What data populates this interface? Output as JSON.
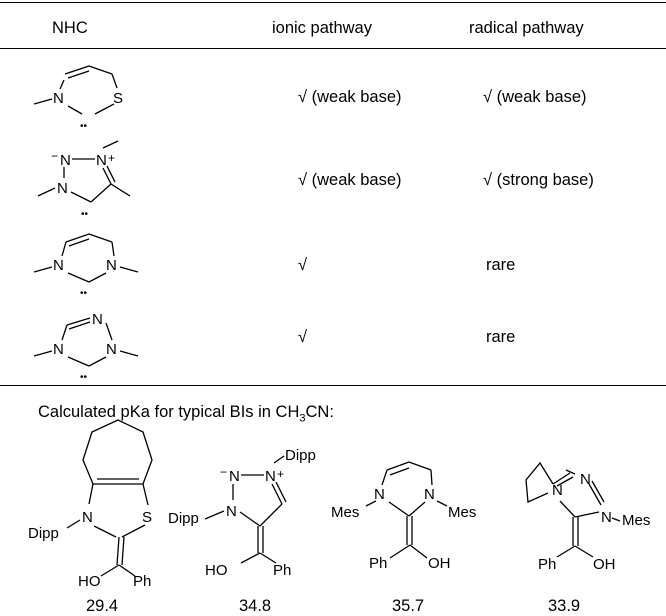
{
  "table": {
    "headers": {
      "nhc": "NHC",
      "ionic": "ionic pathway",
      "radical": "radical pathway"
    },
    "rows": [
      {
        "ionic": "√ (weak base)",
        "radical": "√ (weak base)"
      },
      {
        "ionic": "√ (weak base)",
        "radical": "√ (strong base)"
      },
      {
        "ionic": "√",
        "radical": "rare"
      },
      {
        "ionic": "√",
        "radical": "rare"
      }
    ]
  },
  "pka_section": {
    "caption_pre": "Calculated pKa for typical BIs in CH",
    "caption_sub": "3",
    "caption_post": "CN:",
    "values": [
      "29.4",
      "34.8",
      "35.7",
      "33.9"
    ]
  },
  "atom_labels": {
    "N": "N",
    "S": "S",
    "minus": "−",
    "plus": "+",
    "carbene_dots": "••",
    "Dipp": "Dipp",
    "Mes": "Mes",
    "OH": "OH",
    "HO": "HO",
    "Ph": "Ph"
  }
}
